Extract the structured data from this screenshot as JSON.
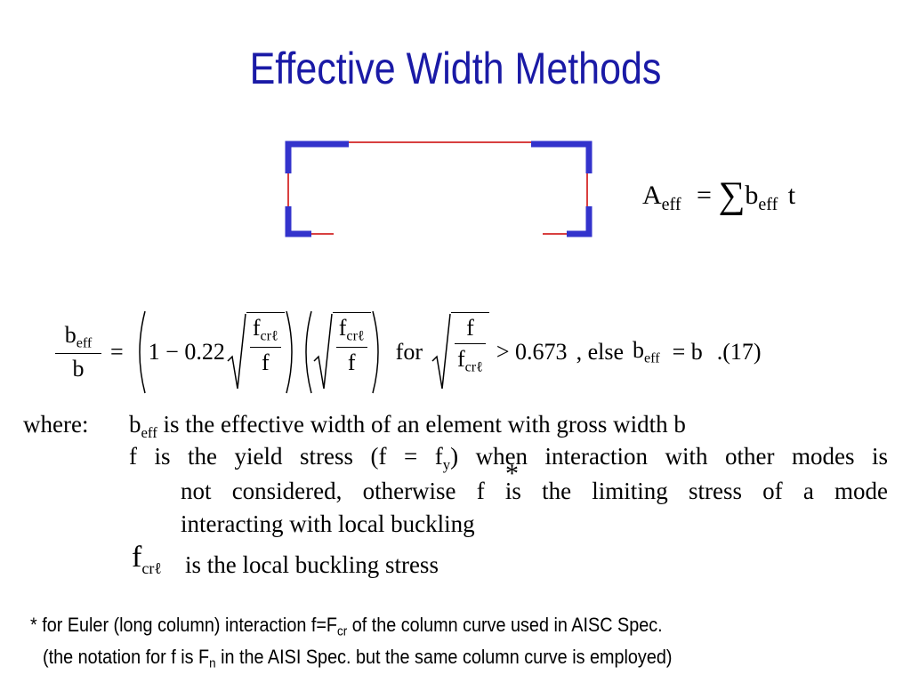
{
  "slide": {
    "title": "Effective Width Methods",
    "colors": {
      "title": "#1a1aa6",
      "section_effective": "#3333cc",
      "section_outline": "#cc0000"
    }
  },
  "aeff_formula": {
    "lhs_symbol": "A",
    "lhs_sub": "eff",
    "equals": "=",
    "sum": "∑",
    "b_symbol": "b",
    "b_sub": "eff",
    "t_symbol": "t"
  },
  "beff_equation": {
    "lhs_num": "b",
    "lhs_num_sub": "eff",
    "lhs_den": "b",
    "equals": "=",
    "one_minus": "1 − 0.22",
    "root1_num": "f",
    "root1_num_sub": "crℓ",
    "root1_den": "f",
    "root2_num": "f",
    "root2_num_sub": "crℓ",
    "root2_den": "f",
    "for_text": "for",
    "cond_num": "f",
    "cond_den": "f",
    "cond_den_sub": "crℓ",
    "gt_value": "> 0.673",
    "else_text": ", else",
    "else_b": "b",
    "else_b_sub": "eff",
    "else_rhs": "= b",
    "eq_number": ".(17)"
  },
  "definitions": {
    "where_label": "where:",
    "line1_symbol": "b",
    "line1_sub": "eff",
    "line1_text": "is the effective width of an element with gross width b",
    "line2_text_a": "f is the yield stress (f = f",
    "line2_sub": "y",
    "line2_text_b": ") when interaction with other modes is",
    "line3_text": "not considered, otherwise f is the limiting stress of a mode",
    "line4_text": "interacting with local buckling",
    "asterisk": "*",
    "fcrl_symbol": "f",
    "fcrl_sub": "crℓ",
    "fcrl_text": "is the local buckling stress"
  },
  "footnote": {
    "line1_a": "* for Euler (long column) interaction f=F",
    "line1_sub": "cr",
    "line1_b": " of the column curve used in AISC Spec.",
    "line2_a": "(the notation for f is F",
    "line2_sub": "n",
    "line2_b": " in the AISI Spec. but the same column curve is employed)"
  }
}
